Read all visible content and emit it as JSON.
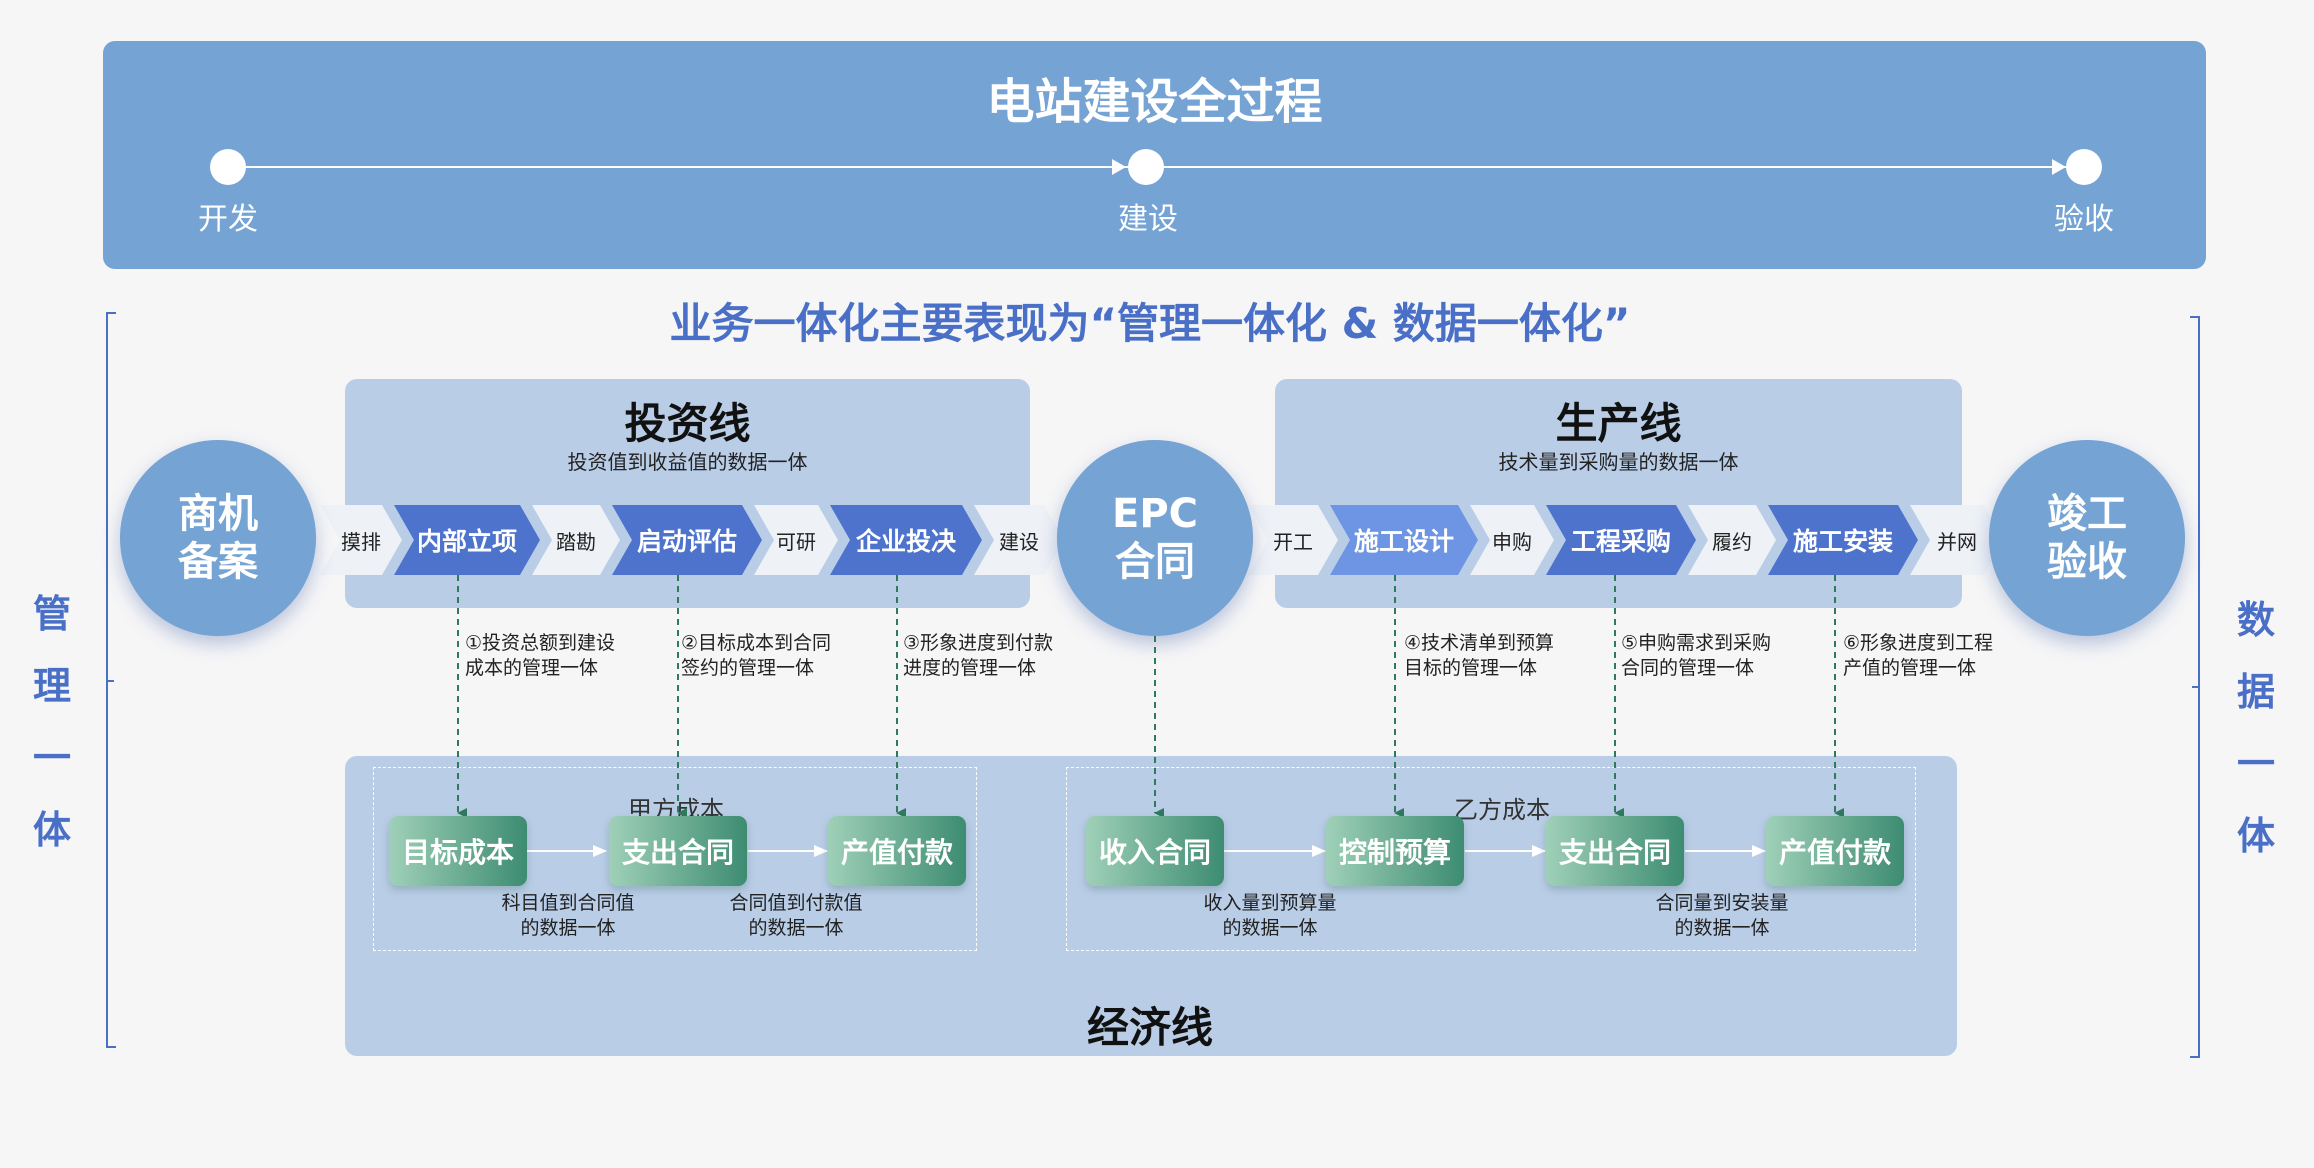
{
  "banner": {
    "title": "电站建设全过程",
    "stages": [
      "开发",
      "建设",
      "验收"
    ]
  },
  "subtitle": "业务一体化主要表现为“管理一体化 & 数据一体化”",
  "side_left": "管理一体",
  "side_right": "数据一体",
  "circles": {
    "opportunity": {
      "line1": "商机",
      "line2": "备案"
    },
    "epc": {
      "line1": "EPC",
      "line2": "合同"
    },
    "acceptance": {
      "line1": "竣工",
      "line2": "验收"
    }
  },
  "investment": {
    "title": "投资线",
    "subtitle": "投资值到收益值的数据一体",
    "steps": [
      "摸排",
      "内部立项",
      "踏勘",
      "启动评估",
      "可研",
      "企业投决",
      "建设"
    ]
  },
  "production": {
    "title": "生产线",
    "subtitle": "技术量到采购量的数据一体",
    "steps": [
      "开工",
      "施工设计",
      "申购",
      "工程采购",
      "履约",
      "施工安装",
      "并网"
    ]
  },
  "notes": [
    "①投资总额到建设\n成本的管理一体",
    "②目标成本到合同\n签约的管理一体",
    "③形象进度到付款\n进度的管理一体",
    "④技术清单到预算\n目标的管理一体",
    "⑤申购需求到采购\n合同的管理一体",
    "⑥形象进度到工程\n产值的管理一体"
  ],
  "economy": {
    "title": "经济线",
    "group_a": {
      "label": "甲方成本",
      "boxes": [
        "目标成本",
        "支出合同",
        "产值付款"
      ],
      "notes": [
        "科目值到合同值\n的数据一体",
        "合同值到付款值\n的数据一体"
      ]
    },
    "group_b": {
      "label": "乙方成本",
      "boxes": [
        "收入合同",
        "控制预算",
        "支出合同",
        "产值付款"
      ],
      "notes": [
        "收入量到预算量\n的数据一体",
        "合同量到安装量\n的数据一体"
      ]
    }
  },
  "colors": {
    "banner": "#74a3d4",
    "accent_blue": "#4a6fc7",
    "chevron_dark": "#4e73cd",
    "panel": "#b9cde7",
    "green_dark": "#3d8c72",
    "dash_green": "#2f7a5c"
  }
}
